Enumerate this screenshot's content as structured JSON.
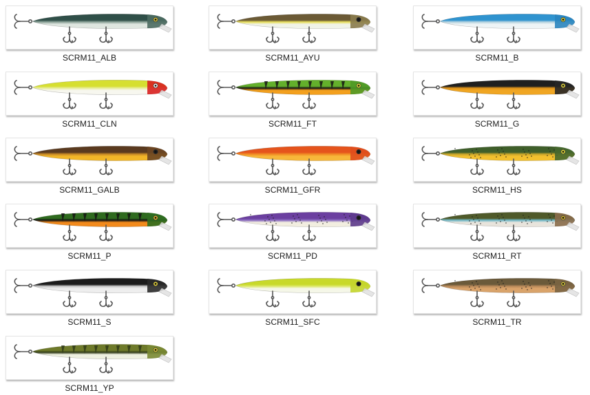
{
  "gallery": {
    "items": [
      {
        "label": "SCRM11_ALB",
        "colors": {
          "back": "#2f4f48",
          "belly": "#dfe6e0",
          "stripe": "#8fa59b",
          "head": "#4d6b62",
          "eye": "#d8c43a"
        },
        "icon": "lure-alb"
      },
      {
        "label": "SCRM11_AYU",
        "colors": {
          "back": "#6b5a35",
          "belly": "#f0f3e8",
          "stripe": "#e8e05a",
          "head": "#8a7b4d",
          "eye": "#1c1c1c"
        },
        "icon": "lure-ayu"
      },
      {
        "label": "SCRM11_B",
        "colors": {
          "back": "#2f93cf",
          "belly": "#eef4f6",
          "stripe": "#b7d4df",
          "head": "#2a85bf",
          "eye": "#d6d03a"
        },
        "icon": "lure-b"
      },
      {
        "label": "SCRM11_CLN",
        "colors": {
          "back": "#d6df30",
          "belly": "#f7f7ef",
          "stripe": "#e8ec9a",
          "head": "#d81f1f",
          "eye": "#ffffff"
        },
        "icon": "lure-cln"
      },
      {
        "label": "SCRM11_FT",
        "colors": {
          "back": "#63b02b",
          "belly": "#f3a01e",
          "stripe": "#151515",
          "head": "#4f9a26",
          "eye": "#e8e03a"
        },
        "icon": "lure-ft"
      },
      {
        "label": "SCRM11_G",
        "colors": {
          "back": "#1f1f1f",
          "belly": "#f0a623",
          "stripe": "#e0941a",
          "head": "#262626",
          "eye": "#e2d43a"
        },
        "icon": "lure-g"
      },
      {
        "label": "SCRM11_GALB",
        "colors": {
          "back": "#5a3a1f",
          "belly": "#f2b628",
          "stripe": "#c98a26",
          "head": "#6b4622",
          "eye": "#1c1c1c"
        },
        "icon": "lure-galb"
      },
      {
        "label": "SCRM11_GFR",
        "colors": {
          "back": "#e5541c",
          "belly": "#f7b73a",
          "stripe": "#f08b24",
          "head": "#df4e1d",
          "eye": "#1c1c1c"
        },
        "icon": "lure-gfr"
      },
      {
        "label": "SCRM11_HS",
        "colors": {
          "back": "#3f5f2a",
          "belly": "#f2c02e",
          "stripe": "#c9a52a",
          "head": "#46682d",
          "eye": "#e8e03a"
        },
        "icon": "lure-hs"
      },
      {
        "label": "SCRM11_P",
        "colors": {
          "back": "#2f6b1f",
          "belly": "#f28a1c",
          "stripe": "#131313",
          "head": "#2f6e20",
          "eye": "#e6b82e"
        },
        "icon": "lure-p"
      },
      {
        "label": "SCRM11_PD",
        "colors": {
          "back": "#6b3fa0",
          "belly": "#f2eee0",
          "stripe": "#8a6cc0",
          "head": "#5d3a8c",
          "eye": "#1c1c1c"
        },
        "icon": "lure-pd"
      },
      {
        "label": "SCRM11_RT",
        "colors": {
          "back": "#4f5a2a",
          "belly": "#e8e4dc",
          "stripe": "#6fb9c9",
          "head": "#8a6b4a",
          "eye": "#d6b82e"
        },
        "icon": "lure-rt"
      },
      {
        "label": "SCRM11_S",
        "colors": {
          "back": "#1c1c1c",
          "belly": "#eeeeee",
          "stripe": "#c9c9c9",
          "head": "#2a2a2a",
          "eye": "#e6d43a"
        },
        "icon": "lure-s"
      },
      {
        "label": "SCRM11_SFC",
        "colors": {
          "back": "#c8d92a",
          "belly": "#f5f7e8",
          "stripe": "#dde86a",
          "head": "#c4d52c",
          "eye": "#1c1c1c"
        },
        "icon": "lure-sfc"
      },
      {
        "label": "SCRM11_TR",
        "colors": {
          "back": "#6b5a3a",
          "belly": "#d9a36a",
          "stripe": "#b98a5a",
          "head": "#7a6442",
          "eye": "#d6c43a"
        },
        "icon": "lure-tr"
      },
      {
        "label": "SCRM11_YP",
        "colors": {
          "back": "#6e7a2a",
          "belly": "#eef0e0",
          "stripe": "#2f3a18",
          "head": "#7a8a34",
          "eye": "#e6d43a"
        },
        "icon": "lure-yp"
      }
    ]
  }
}
